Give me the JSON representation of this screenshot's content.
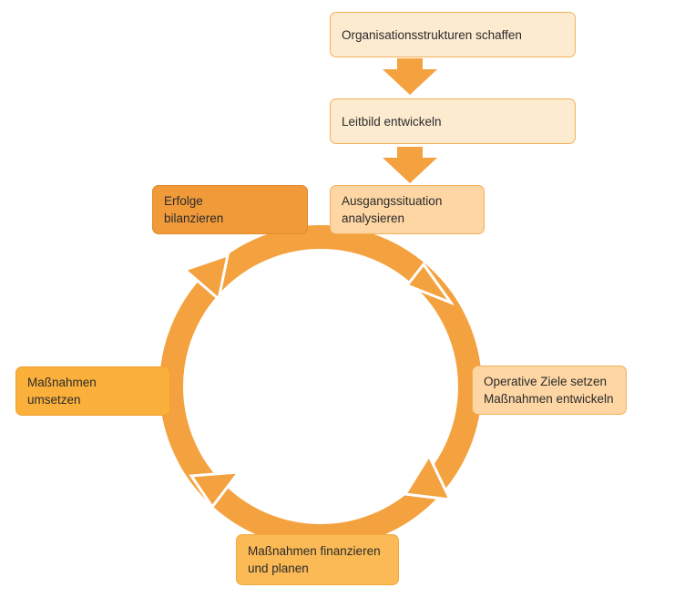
{
  "colors": {
    "arrow": "#f4a23f",
    "cycle": "#f4a23f"
  },
  "boxes": {
    "organisationsstrukturen": "Organisationsstrukturen schaffen",
    "leitbild": "Leitbild entwickeln",
    "ausgangssituation": "Ausgangssituation\nanalysieren",
    "erfolge": "Erfolge\nbilanzieren",
    "operative": "Operative Ziele setzen\nMaßnahmen entwickeln",
    "finanzieren": "Maßnahmen finanzieren\nund planen",
    "umsetzen": "Maßnahmen\numsetzen"
  }
}
